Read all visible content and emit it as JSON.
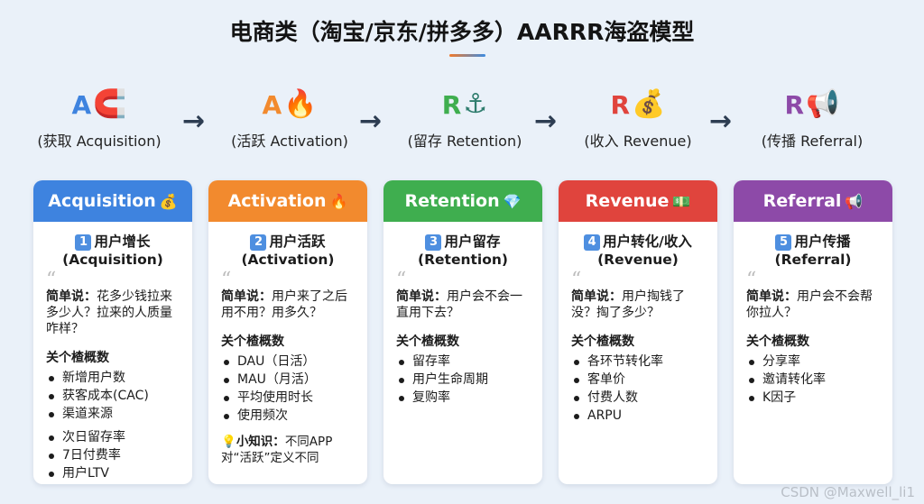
{
  "title": "电商类（淘宝/京东/拼多多）AARRR海盗模型",
  "colors": {
    "acquisition": "#3e83df",
    "activation": "#f28a2e",
    "retention": "#3fae4f",
    "revenue": "#e0443d",
    "referral": "#8d4aa8"
  },
  "stages": [
    {
      "letter": "A",
      "icon": "magnet-icon",
      "emoji": "🧲",
      "caption": "(获取 Acquisition)"
    },
    {
      "letter": "A",
      "icon": "fire-icon",
      "emoji": "🔥",
      "caption": "(活跃 Activation)"
    },
    {
      "letter": "R",
      "icon": "anchor-icon",
      "emoji": "⚓",
      "caption": "(留存 Retention)"
    },
    {
      "letter": "R",
      "icon": "money-bag-icon",
      "emoji": "💰",
      "caption": "(收入 Revenue)"
    },
    {
      "letter": "R",
      "icon": "megaphone-icon",
      "emoji": "📢",
      "caption": "(传播 Referral)"
    }
  ],
  "arrow": "→",
  "cards": [
    {
      "header": "Acquisition",
      "header_emoji": "💰",
      "num": "1",
      "sub1": "用户增长",
      "sub2": "(Acquisition)",
      "quote": "“",
      "simple_label": "简单说：",
      "simple_text": "花多少钱拉来多少人？拉来的人质量咋样？",
      "metrics_title": "关个楂概数",
      "metrics": [
        "新增用户数",
        "获客成本(CAC)",
        "渠道来源"
      ],
      "metrics2": [
        "次日留存率",
        "7日付费率",
        "用户LTV"
      ]
    },
    {
      "header": "Activation",
      "header_emoji": "🔥",
      "num": "2",
      "sub1": "用户活跃",
      "sub2": "(Activation)",
      "quote": "“",
      "simple_label": "简单说：",
      "simple_text": "用户来了之后用不用？用多久？",
      "metrics_title": "关个楂概数",
      "metrics": [
        "DAU（日活）",
        "MAU（月活）",
        "平均使用时长",
        "使用频次"
      ],
      "tip_emoji": "💡",
      "tip_label": "小知识：",
      "tip_text": "不同APP对“活跃”定义不同"
    },
    {
      "header": "Retention",
      "header_emoji": "💎",
      "num": "3",
      "sub1": "用户留存",
      "sub2": "(Retention)",
      "quote": "“",
      "simple_label": "简单说：",
      "simple_text": "用户会不会一直用下去？",
      "metrics_title": "关个楂概数",
      "metrics": [
        "留存率",
        "用户生命周期",
        "复购率"
      ]
    },
    {
      "header": "Revenue",
      "header_emoji": "💵",
      "num": "4",
      "sub1": "用户转化/收入",
      "sub2": "(Revenue)",
      "quote": "“",
      "simple_label": "简单说：",
      "simple_text": "用户掏钱了没？掏了多少？",
      "metrics_title": "关个楂概数",
      "metrics": [
        "各环节转化率",
        "客单价",
        "付费人数",
        "ARPU"
      ]
    },
    {
      "header": "Referral",
      "header_emoji": "📢",
      "num": "5",
      "sub1": "用户传播",
      "sub2": "(Referral)",
      "quote": "“",
      "simple_label": "简单说：",
      "simple_text": "用户会不会帮你拉人？",
      "metrics_title": "关个楂概数",
      "metrics": [
        "分享率",
        "邀请转化率",
        "K因子"
      ]
    }
  ],
  "watermark": "CSDN @Maxwell_li1"
}
